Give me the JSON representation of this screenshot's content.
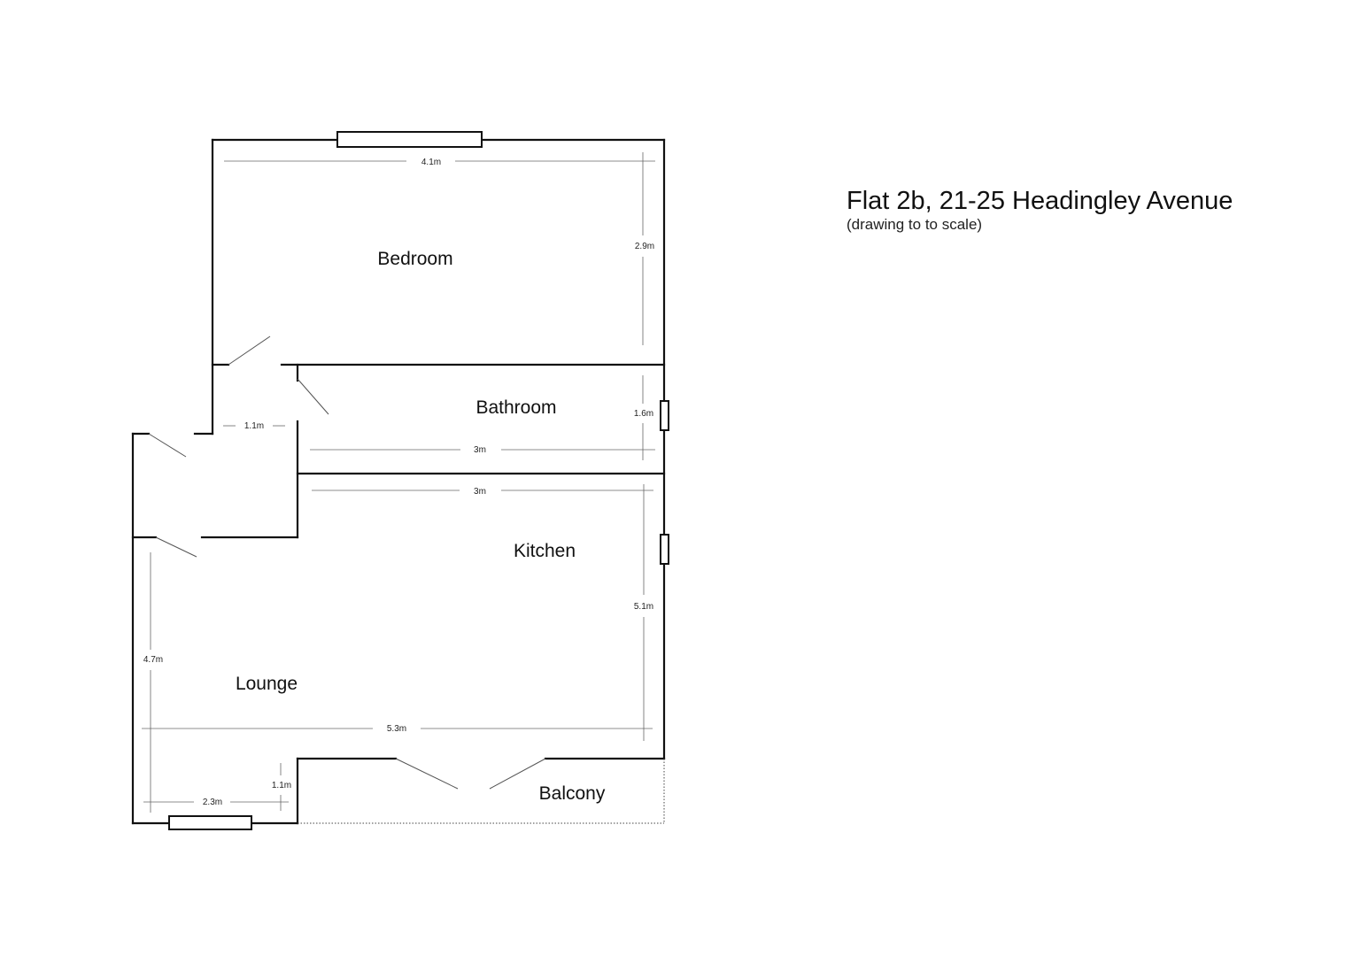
{
  "title": "Flat 2b, 21-25 Headingley Avenue",
  "subtitle": "(drawing to to scale)",
  "rooms": {
    "bedroom": "Bedroom",
    "bathroom": "Bathroom",
    "kitchen": "Kitchen",
    "lounge": "Lounge",
    "balcony": "Balcony"
  },
  "dimensions": {
    "bedroom_width": "4.1m",
    "bedroom_depth": "2.9m",
    "hall_width": "1.1m",
    "bathroom_depth": "1.6m",
    "bathroom_width": "3m",
    "kitchen_width": "3m",
    "kitchen_depth": "5.1m",
    "lounge_depth": "4.7m",
    "overall_width": "5.3m",
    "bay_depth": "1.1m",
    "bay_width": "2.3m"
  }
}
